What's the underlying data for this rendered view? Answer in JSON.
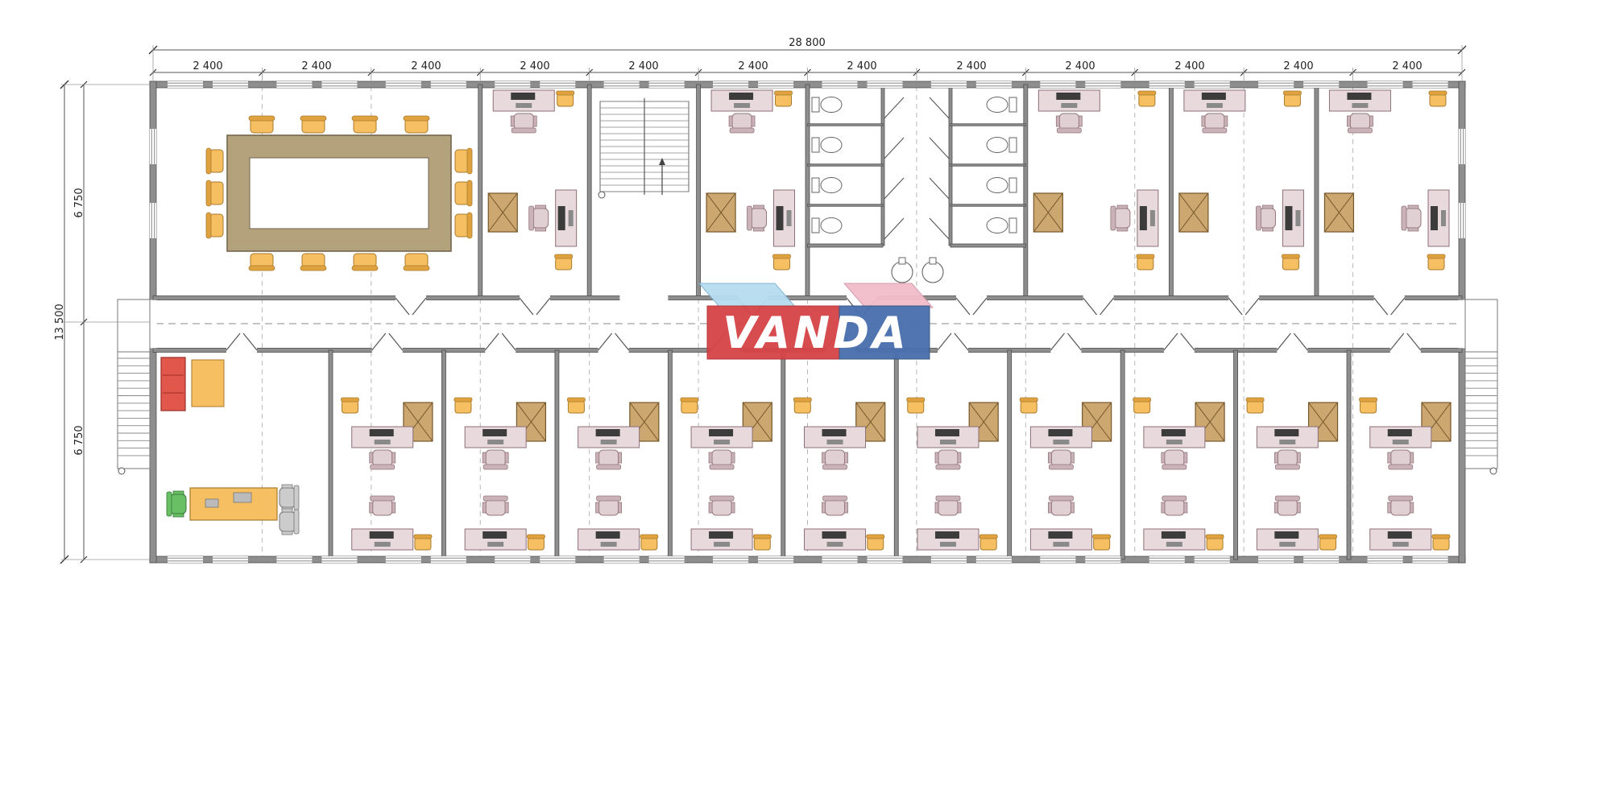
{
  "logo": {
    "text": "VANDA"
  },
  "dimensions": {
    "overall_width_label": "28 800",
    "bay_labels": [
      "2 400",
      "2 400",
      "2 400",
      "2 400",
      "2 400",
      "2 400",
      "2 400",
      "2 400",
      "2 400",
      "2 400",
      "2 400",
      "2 400"
    ],
    "overall_height_label": "13 500",
    "half_height_labels": [
      "6 750",
      "6 750"
    ]
  },
  "colors": {
    "wall": "#8e8e8e",
    "wall_edge": "#4d4d4d",
    "grid_dash": "#b8b8b8",
    "desk": "#e7d9dc",
    "desk_edge": "#8d7078",
    "monitor": "#3c3c3c",
    "chair": "#e0d0d4",
    "chair_edge": "#96787e",
    "chair_back": "#c9b2b8",
    "guest": "#f5bf62",
    "guest_edge": "#a97b2c",
    "guest_back": "#e0a23e",
    "cabinet": "#cda770",
    "cabinet_edge": "#74572a",
    "table": "#b3a27b",
    "table_edge": "#6e6148",
    "sofa": "#e2574b",
    "sofa_edge": "#992f26",
    "green_chair": "#69bf63",
    "green_chair_edge": "#35783a",
    "gray_chair": "#cccccc",
    "gray_chair_edge": "#777777",
    "fixture_edge": "#666666",
    "logo_red": "#d64548",
    "logo_blue": "#4a70ae",
    "logo_lightblue": "#b7ddf0",
    "logo_pink": "#f2bdca"
  }
}
